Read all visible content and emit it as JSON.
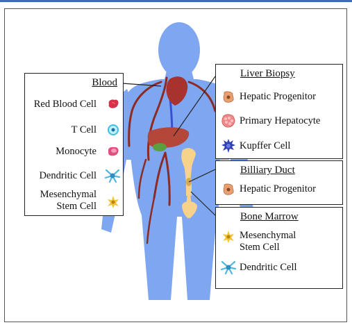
{
  "panels": {
    "blood": {
      "title": "Blood",
      "items": [
        {
          "label": "Red Blood Cell",
          "icon": "red-blood-cell-icon",
          "color": "#d9304a"
        },
        {
          "label": "T Cell",
          "icon": "t-cell-icon",
          "color": "#3fbfe6"
        },
        {
          "label": "Monocyte",
          "icon": "monocyte-icon",
          "color": "#e0507f"
        },
        {
          "label": "Dendritic Cell",
          "icon": "dendritic-cell-icon",
          "color": "#4fb7e0"
        },
        {
          "label_line1": "Mesenchymal",
          "label_line2": "Stem Cell",
          "icon": "mesenchymal-stem-cell-icon",
          "color": "#f2c43a"
        }
      ]
    },
    "liver_biopsy": {
      "title": "Liver Biopsy",
      "items": [
        {
          "label": "Hepatic Progenitor",
          "icon": "hepatic-progenitor-icon",
          "color": "#e8a070"
        },
        {
          "label": "Primary Hepatocyte",
          "icon": "primary-hepatocyte-icon",
          "color": "#f08a8a"
        },
        {
          "label": "Kupffer Cell",
          "icon": "kupffer-cell-icon",
          "color": "#3040b0"
        }
      ]
    },
    "billiary_duct": {
      "title": "Billiary Duct",
      "items": [
        {
          "label": "Hepatic Progenitor",
          "icon": "hepatic-progenitor-icon",
          "color": "#e8a070"
        }
      ]
    },
    "bone_marrow": {
      "title": "Bone Marrow",
      "items": [
        {
          "label_line1": "Mesenchymal",
          "label_line2": "Stem Cell",
          "icon": "mesenchymal-stem-cell-icon",
          "color": "#f2c43a"
        },
        {
          "label": "Dendritic Cell",
          "icon": "dendritic-cell-icon",
          "color": "#4fb7e0"
        }
      ]
    }
  },
  "colors": {
    "body": "#7fa6f0",
    "heart": "#a8322d",
    "liver": "#b5463a",
    "gallbladder": "#5aa040",
    "vessels": "#8c2b23",
    "vein": "#3a4fd8",
    "bone": "#f6d28a"
  }
}
